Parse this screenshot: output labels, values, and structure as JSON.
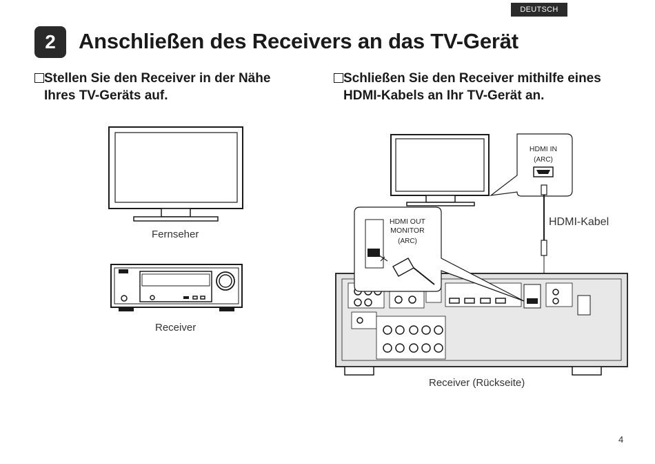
{
  "header": {
    "language_tab": "DEUTSCH",
    "step_number": "2",
    "title": "Anschließen des Receivers an das TV-Gerät"
  },
  "instructions": [
    {
      "text": "Stellen Sie den Receiver in der Nähe Ihres TV-Geräts auf."
    },
    {
      "text": "Schließen Sie den Receiver mithilfe eines HDMI-Kabels an Ihr TV-Gerät an."
    }
  ],
  "illustration_left": {
    "tv_caption": "Fernseher",
    "receiver_caption": "Receiver"
  },
  "illustration_right": {
    "hdmi_in_label": "HDMI IN",
    "hdmi_in_arc": "(ARC)",
    "cable_label": "HDMI-Kabel",
    "hdmi_out_label": "HDMI OUT",
    "monitor_label": "MONITOR",
    "hdmi_out_arc": "(ARC)",
    "rear_caption": "Receiver (Rückseite)"
  },
  "footer": {
    "page_number": "4"
  },
  "colors": {
    "badge": "#2a2a2a",
    "line_art": "#1a1a1a",
    "panel_fill": "#e2e2e2"
  },
  "icons": [
    "checkbox-icon",
    "tv-icon",
    "receiver-icon",
    "hdmi-port-icon",
    "hdmi-plug-icon",
    "power-button-icon",
    "volume-knob-icon"
  ]
}
